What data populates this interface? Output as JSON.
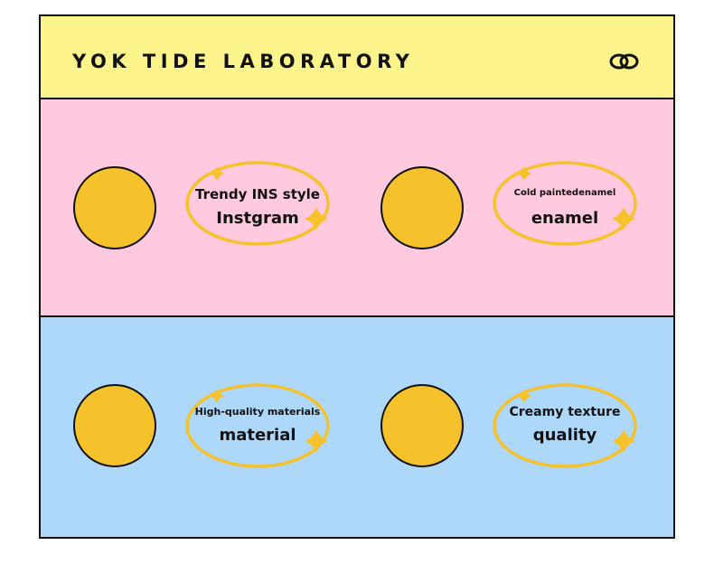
{
  "header": {
    "title": "YOK TIDE LABORATORY",
    "icon": "interlocking-rings-icon"
  },
  "colors": {
    "header": "#fdf58c",
    "pink": "#ffc9df",
    "blue": "#aed8fa",
    "accent": "#f6c22c"
  },
  "features": [
    {
      "caption": "Trendy INS style",
      "keyword": "Instgram"
    },
    {
      "caption": "Cold paintedenamel",
      "keyword": "enamel"
    },
    {
      "caption": "High-quality materials",
      "keyword": "material"
    },
    {
      "caption": "Creamy texture",
      "keyword": "quality"
    }
  ]
}
